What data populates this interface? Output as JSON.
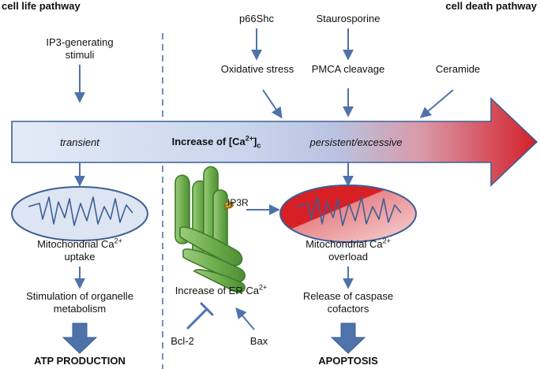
{
  "headers": {
    "left": "cell life pathway",
    "right": "cell death pathway"
  },
  "stimuli": {
    "ip3_line1": "IP3-generating",
    "ip3_line2": "stimuli",
    "p66shc": "p66Shc",
    "staurosporine": "Staurosporine",
    "oxidative_stress": "Oxidative stress",
    "pmca_cleavage": "PMCA cleavage",
    "ceramide": "Ceramide"
  },
  "arrow_bar": {
    "transient": "transient",
    "increase_prefix": "Increase of [Ca",
    "increase_sup": "2+",
    "increase_close": "]",
    "increase_sub": "c",
    "persistent": "persistent/excessive"
  },
  "left_column": {
    "mito_prefix": "Mitochondrial Ca",
    "mito_sup": "2+",
    "uptake": "uptake",
    "stimulation_line1": "Stimulation of organelle",
    "stimulation_line2": "metabolism",
    "outcome": "ATP PRODUCTION"
  },
  "center_column": {
    "ip3r": "IP3R",
    "er_prefix": "Increase of ER Ca",
    "er_sup": "2+",
    "bcl2": "Bcl-2",
    "bax": "Bax"
  },
  "right_column": {
    "mito_prefix": "Mitochondrial Ca",
    "mito_sup": "2+",
    "overload": "overload",
    "release_line1": "Release of caspase",
    "release_line2": "cofactors",
    "outcome": "APOPTOSIS"
  },
  "colors": {
    "arrow_start": "#e4ebf7",
    "arrow_end": "#d3202a",
    "outline_blue": "#3d5f95",
    "er_green": "#6fae4d",
    "mito_red": "#d71f26",
    "mito_pale": "#dde5f2"
  }
}
